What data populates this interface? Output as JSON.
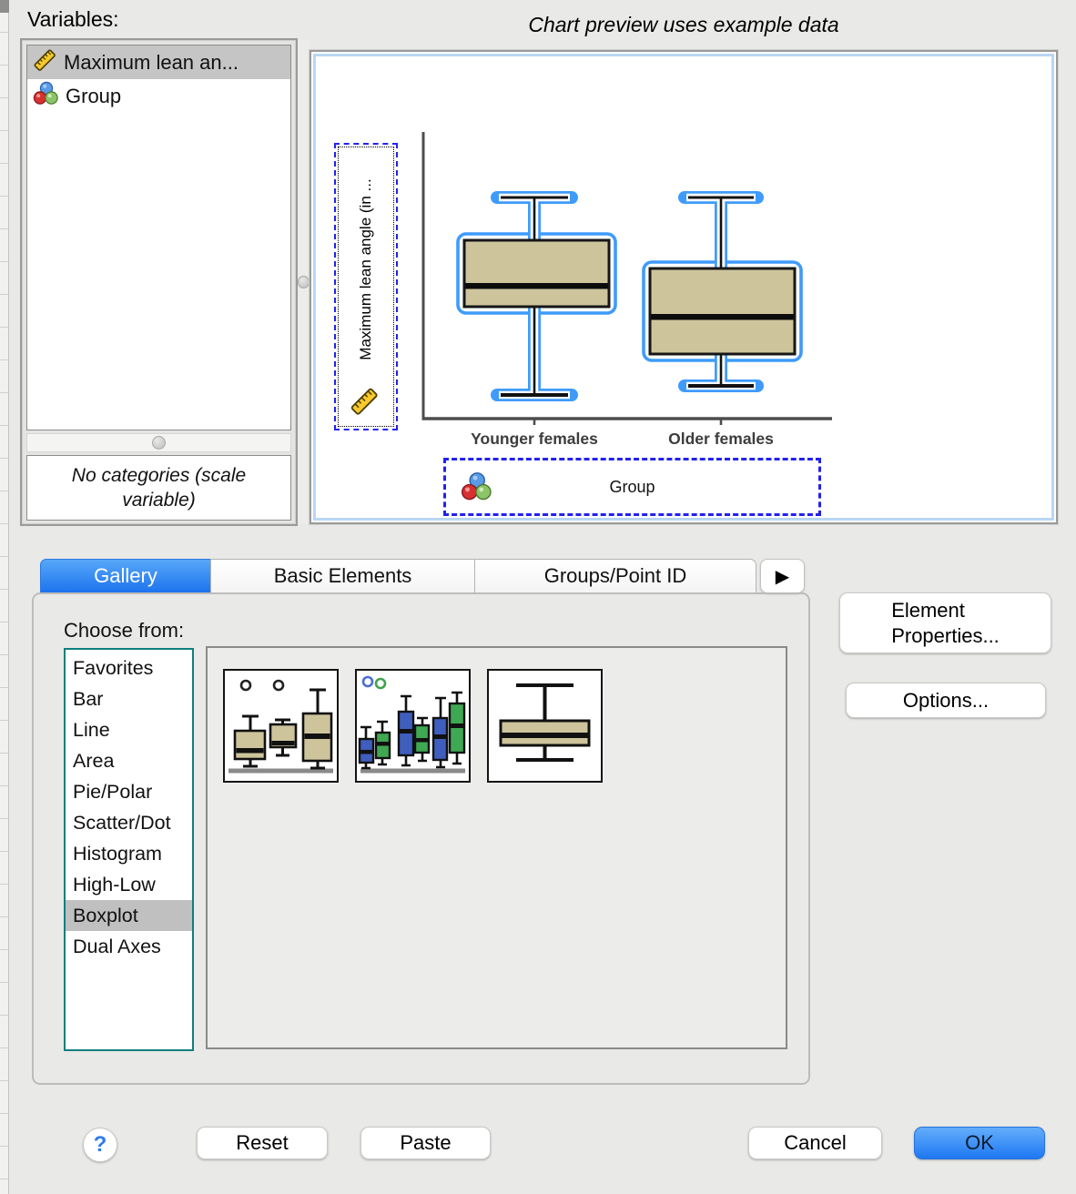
{
  "header": {
    "variables_label": "Variables:",
    "preview_title": "Chart preview uses example data"
  },
  "variables_panel": {
    "items": [
      {
        "label": "Maximum lean an...",
        "icon": "ruler-scale-icon",
        "selected": true
      },
      {
        "label": "Group",
        "icon": "categorical-balls-icon",
        "selected": false
      }
    ],
    "note": "No categories (scale variable)"
  },
  "preview": {
    "y_axis_drop_label": "Maximum lean angle (in ...",
    "x_categories": [
      "Younger females",
      "Older females"
    ],
    "group_drop_label": "Group"
  },
  "chart_data": {
    "type": "boxplot",
    "title": "Chart preview uses example data",
    "xlabel": "Group",
    "ylabel": "Maximum lean angle (in ...",
    "categories": [
      "Younger females",
      "Older females"
    ],
    "series": [
      {
        "name": "Maximum lean angle (example data)",
        "stats": [
          {
            "category": "Younger females",
            "whisker_low": 0.08,
            "q1": 0.39,
            "median": 0.46,
            "q3": 0.62,
            "whisker_high": 0.76
          },
          {
            "category": "Older females",
            "whisker_low": 0.11,
            "q1": 0.22,
            "median": 0.36,
            "q3": 0.52,
            "whisker_high": 0.76
          }
        ]
      }
    ],
    "ylim": [
      0,
      1
    ],
    "axis_numeric_labels": false,
    "grid": false,
    "legend_position": "none"
  },
  "tabs": {
    "items": [
      {
        "label": "Gallery",
        "active": true
      },
      {
        "label": "Basic Elements",
        "active": false
      },
      {
        "label": "Groups/Point ID",
        "active": false
      }
    ],
    "more_glyph": "▶"
  },
  "gallery_panel": {
    "choose_from_label": "Choose from:",
    "chart_types": [
      "Favorites",
      "Bar",
      "Line",
      "Area",
      "Pie/Polar",
      "Scatter/Dot",
      "Histogram",
      "High-Low",
      "Boxplot",
      "Dual Axes"
    ],
    "selected_type": "Boxplot",
    "thumbnails": [
      "simple-boxplot",
      "clustered-boxplot",
      "1-d-boxplot"
    ]
  },
  "side_buttons": {
    "element_properties": "Element\nProperties...",
    "options": "Options..."
  },
  "footer": {
    "help_glyph": "?",
    "reset": "Reset",
    "paste": "Paste",
    "cancel": "Cancel",
    "ok": "OK"
  },
  "colors": {
    "selection_blue": "#3f9bfb",
    "box_fill_tan": "#cdc49c",
    "tab_active_gradient": [
      "#57a8f8",
      "#1d73ee"
    ],
    "list_border_teal": "#0f7e7e",
    "selected_item_gray": "#c5c5c5",
    "ok_gradient": [
      "#63aefb",
      "#1e78f2"
    ]
  }
}
